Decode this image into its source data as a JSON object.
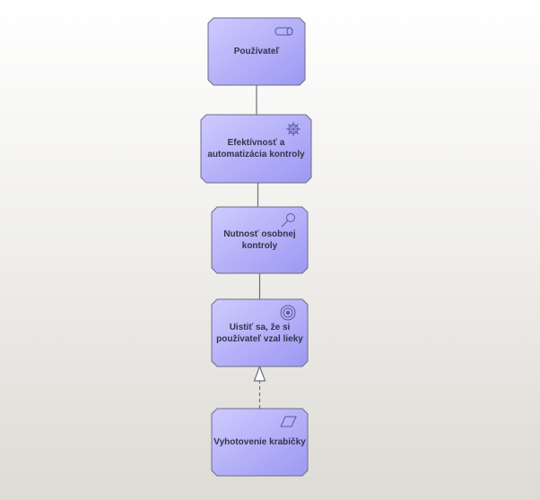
{
  "diagram": {
    "nodes": [
      {
        "id": "pouzivatel",
        "label": "Používateľ",
        "element_type": "stakeholder",
        "icon": "role-cylinder-icon"
      },
      {
        "id": "efektivnost",
        "label": "Efektívnosť a\nautomatizácia kontroly",
        "element_type": "driver",
        "icon": "driver-wheel-icon"
      },
      {
        "id": "nutnost",
        "label": "Nutnosť osobnej\nkontroly",
        "element_type": "assessment",
        "icon": "assessment-magnifier-icon"
      },
      {
        "id": "uistit",
        "label": "Uistiť sa, že si\npoužívateľ vzal lieky",
        "element_type": "goal",
        "icon": "goal-target-icon"
      },
      {
        "id": "vyhotovenie",
        "label": "Vyhotovenie krabičky",
        "element_type": "deliverable",
        "icon": "deliverable-parallelogram-icon"
      }
    ],
    "edges": [
      {
        "from": "pouzivatel",
        "to": "efektivnost",
        "relation": "association"
      },
      {
        "from": "efektivnost",
        "to": "nutnost",
        "relation": "association"
      },
      {
        "from": "nutnost",
        "to": "uistit",
        "relation": "association"
      },
      {
        "from": "vyhotovenie",
        "to": "uistit",
        "relation": "realization"
      }
    ],
    "colors": {
      "node_fill_light": "#cfcbfe",
      "node_fill_dark": "#9c98f3",
      "node_stroke": "#6e6c84",
      "edge": "#6e6e7c",
      "icon": "#5a56a0"
    }
  }
}
